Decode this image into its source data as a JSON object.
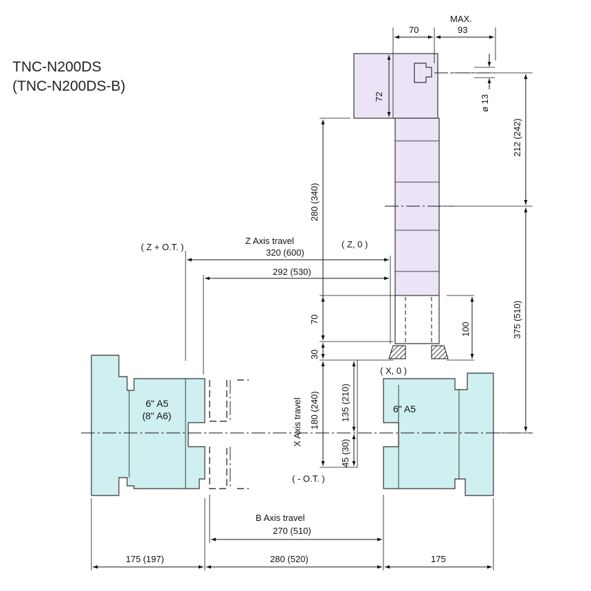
{
  "model": {
    "name": "TNC-N200DS",
    "variant": "(TNC-N200DS-B)"
  },
  "colors": {
    "chuck_fill": "#cfeff0",
    "turret_fill": "#ece4f6",
    "lines": "#111111"
  },
  "labels": {
    "z_plus_ot": "( Z + O.T. )",
    "z_axis_travel": "Z Axis  travel",
    "z0": "( Z, 0 )",
    "x0": "( X, 0 )",
    "x_minus_ot": "( - O.T. )",
    "x_axis_travel": "X  Axis  travel",
    "b_axis_travel": "B  Axis  travel",
    "max": "MAX.",
    "chuck_left_size": "6\" A5",
    "chuck_left_size_alt": "(8\" A6)",
    "chuck_right_size": "6\" A5"
  },
  "dimensions": {
    "d70_top": "70",
    "d93": "93",
    "d72": "72",
    "d_dia13": "ø 13",
    "d212_242": "212 (242)",
    "d280_340": "280 (340)",
    "d320_600": "320 (600)",
    "d292_530": "292 (530)",
    "d70_mid": "70",
    "d100": "100",
    "d375_510": "375 (510)",
    "d30": "30",
    "d180_240": "180 (240)",
    "d135_210": "135 (210)",
    "d45_30": "45 (30)",
    "d270_510": "270 (510)",
    "d175_197": "175 (197)",
    "d280_520": "280 (520)",
    "d175": "175"
  }
}
